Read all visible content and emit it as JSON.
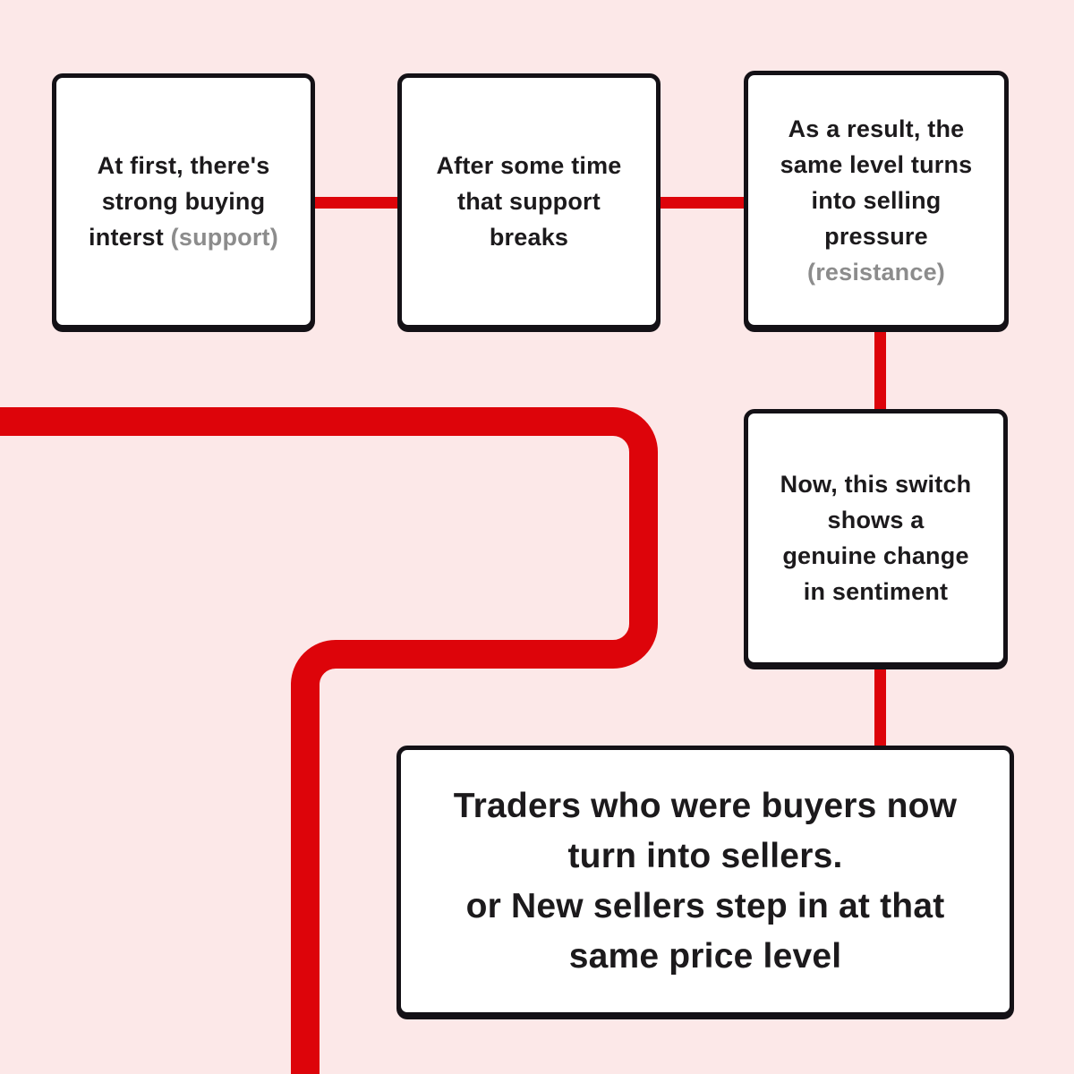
{
  "diagram": {
    "type": "flowchart",
    "topic": "support turning into resistance",
    "colors": {
      "background": "#fce8e8",
      "accent_red": "#dd040a",
      "box_fill": "#ffffff",
      "box_border": "#141116",
      "text_black": "#1c1a1c",
      "text_gray": "#8c8c8c"
    },
    "boxes": {
      "box1": {
        "line1": "At first, there's",
        "line2": "strong buying",
        "line3_black": "interst",
        "line3_gray": "(support)"
      },
      "box2": {
        "line1": "After some time",
        "line2": "that support",
        "line3": "breaks"
      },
      "box3": {
        "line1": "As a result, the",
        "line2": "same level turns",
        "line3": "into selling",
        "line4": "pressure",
        "line5_gray": "(resistance)"
      },
      "box4": {
        "line1": "Now, this switch",
        "line2": "shows a",
        "line3": "genuine change",
        "line4": "in sentiment"
      },
      "box5": {
        "line1": "Traders who were buyers now",
        "line2": "turn into sellers.",
        "line3": "or New sellers step in at that",
        "line4": "same price level"
      }
    }
  }
}
